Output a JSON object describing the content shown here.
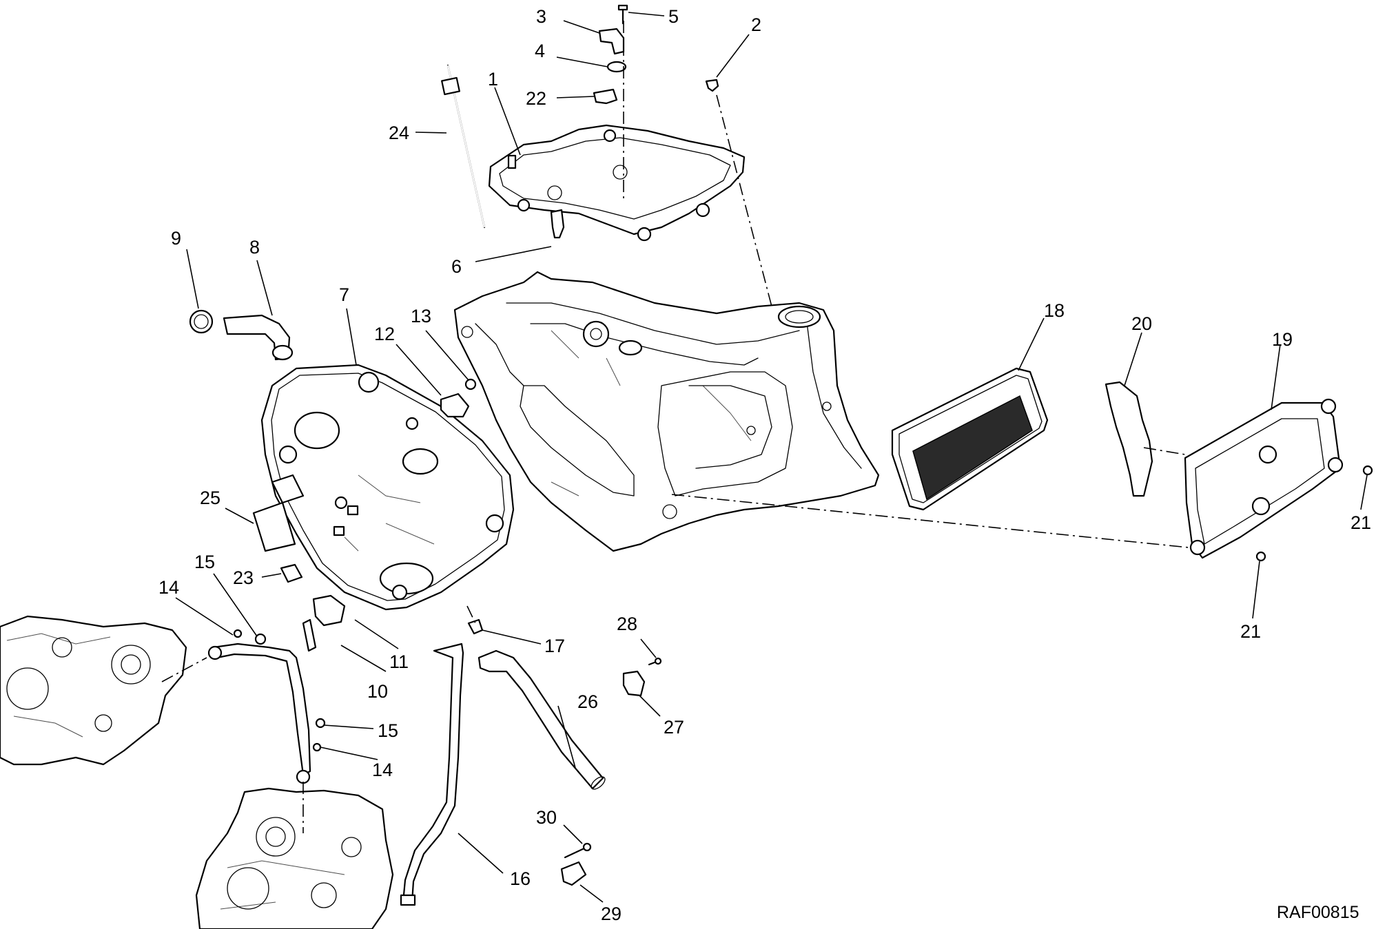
{
  "diagram": {
    "reference_code": "RAF00815",
    "callouts": {
      "c1": "1",
      "c2": "2",
      "c3": "3",
      "c4": "4",
      "c5": "5",
      "c6": "6",
      "c7": "7",
      "c8": "8",
      "c9": "9",
      "c10": "10",
      "c11": "11",
      "c12": "12",
      "c13": "13",
      "c14a": "14",
      "c14b": "14",
      "c15a": "15",
      "c15b": "15",
      "c16": "16",
      "c17": "17",
      "c18": "18",
      "c19": "19",
      "c20": "20",
      "c21a": "21",
      "c21b": "21",
      "c22": "22",
      "c23": "23",
      "c24": "24",
      "c25": "25",
      "c26": "26",
      "c27": "27",
      "c28": "28",
      "c29": "29",
      "c30": "30"
    }
  }
}
